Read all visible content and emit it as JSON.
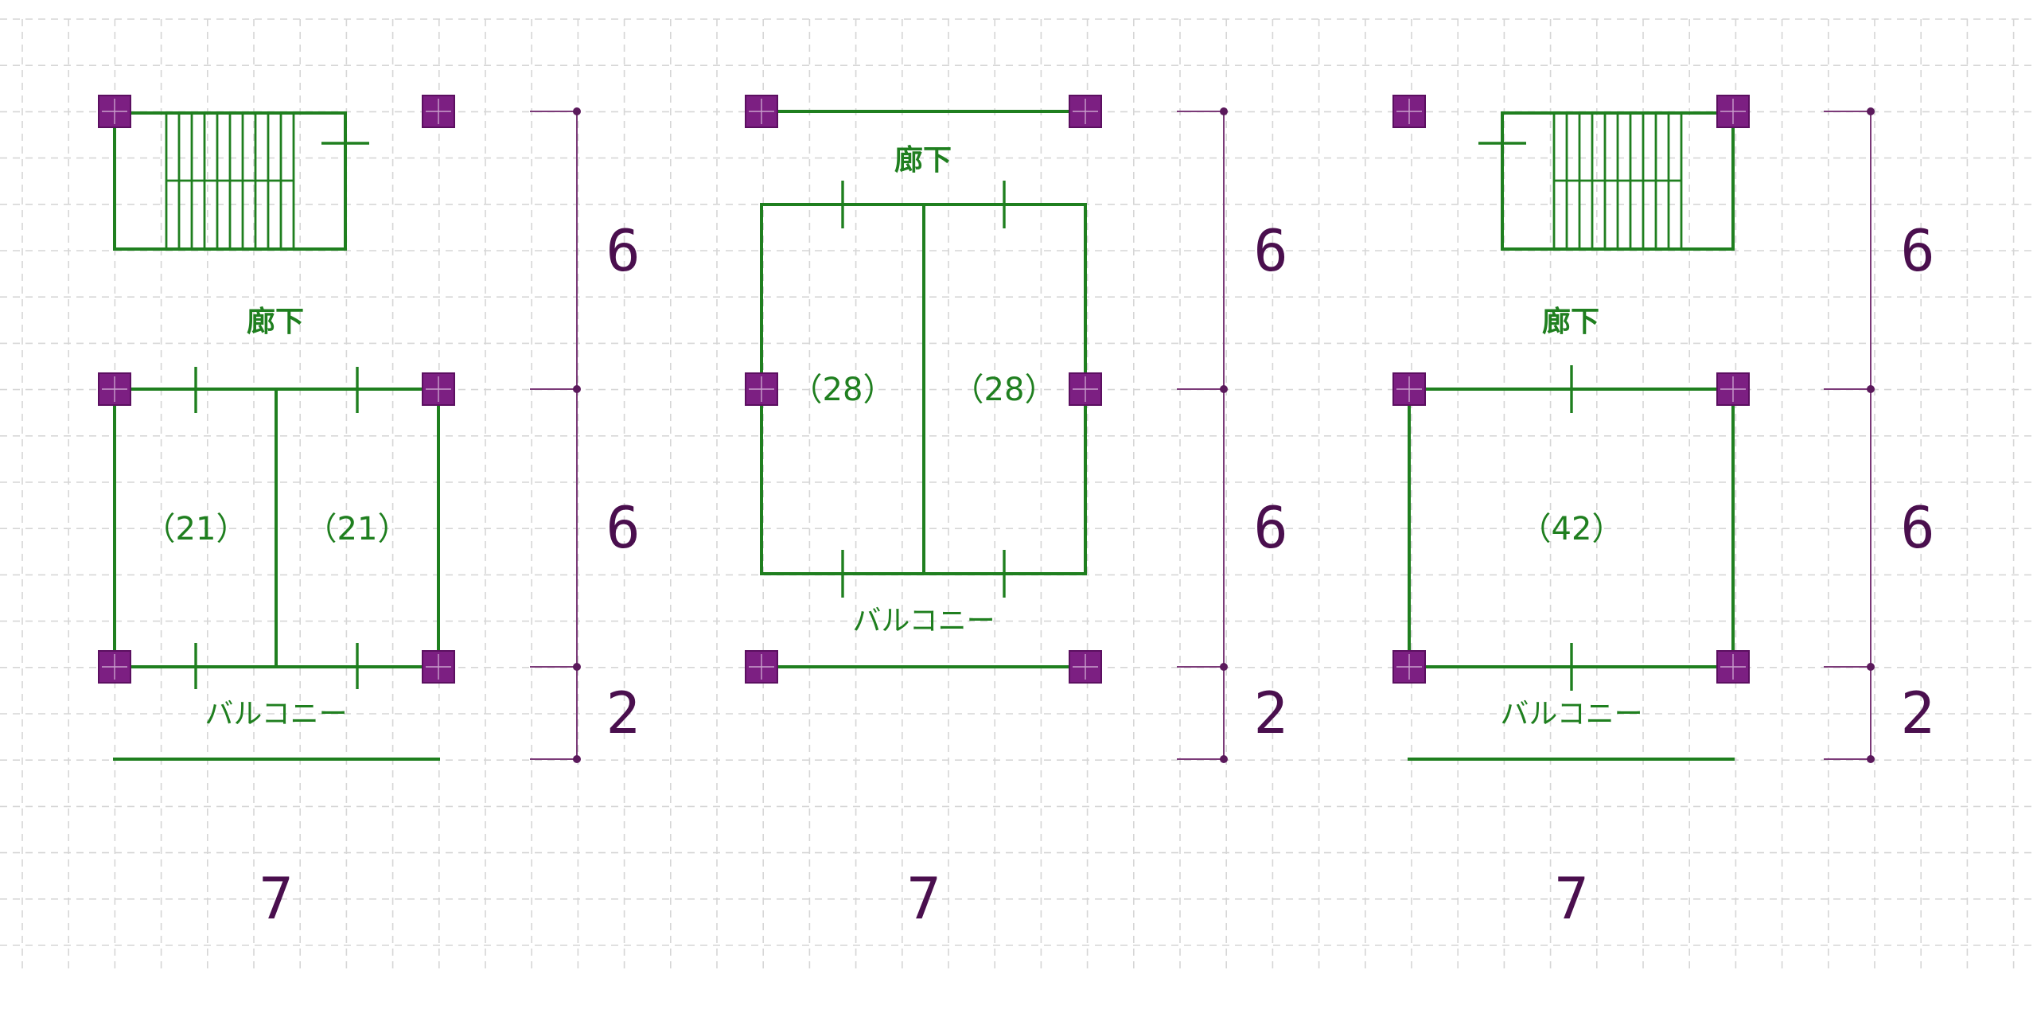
{
  "colors": {
    "wall": "#1f7f1f",
    "column": "#7c1f82",
    "dimension": "#4a0f4e",
    "grid": "#d6d6d6"
  },
  "plans": [
    {
      "corridor_label": "廊下",
      "balcony_label": "バルコニー",
      "rooms": [
        "（21）",
        "（21）"
      ],
      "width_dimension": "7",
      "height_dimensions": [
        "6",
        "6",
        "2"
      ]
    },
    {
      "corridor_label": "廊下",
      "balcony_label": "バルコニー",
      "rooms": [
        "（28）",
        "（28）"
      ],
      "width_dimension": "7",
      "height_dimensions": [
        "6",
        "6",
        "2"
      ]
    },
    {
      "corridor_label": "廊下",
      "balcony_label": "バルコニー",
      "rooms": [
        "（42）"
      ],
      "width_dimension": "7",
      "height_dimensions": [
        "6",
        "6",
        "2"
      ]
    }
  ]
}
